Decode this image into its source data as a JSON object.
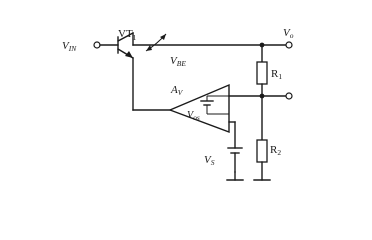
{
  "labels": {
    "vin_main": "V",
    "vin_sub": "IN",
    "vt_main": "VT",
    "vt_sub": "1",
    "vbe_main": "V",
    "vbe_sub": "BE",
    "vo_main": "V",
    "vo_sub": "o",
    "r1_main": "R",
    "r1_sub": "1",
    "av_main": "A",
    "av_sub": "V",
    "vos_main": "V",
    "vos_sub": "os",
    "vs_main": "V",
    "vs_sub": "S",
    "r2_main": "R",
    "r2_sub": "2"
  },
  "colors": {
    "line": "#1a1a1a",
    "background": "#ffffff"
  }
}
